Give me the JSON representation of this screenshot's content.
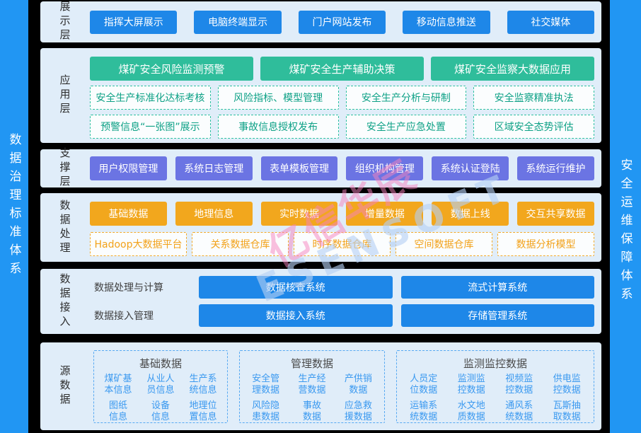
{
  "sidebars": {
    "left": "数据治理标准体系",
    "right": "安全运维保障体系"
  },
  "watermark": {
    "cn": "亿信华辰",
    "en": "ESENSOFT"
  },
  "colors": {
    "background": "#000000",
    "sidebar_blue": "#2196f3",
    "panel_bg": "#e0edf9",
    "button_blue": "#1e87e8",
    "button_green": "#2fbd9b",
    "button_purple": "#6b74e3",
    "button_orange": "#f2a71d",
    "dashed_teal": "#2ec0a1",
    "dashed_orange": "#f2a929",
    "source_item_blue": "#3a99f0"
  },
  "layers": [
    {
      "label": "展示层",
      "buttons": [
        "指挥大屏展示",
        "电脑终端显示",
        "门户网站发布",
        "移动信息推送",
        "社交媒体"
      ]
    },
    {
      "label": "应用层",
      "primary": [
        "煤矿安全风险监测预警",
        "煤矿安全生产辅助决策",
        "煤矿安全监察大数据应用"
      ],
      "row1": [
        "安全生产标准化达标考核",
        "风险指标、模型管理",
        "安全生产分析与研制",
        "安全监察精准执法"
      ],
      "row2": [
        "预警信息“一张图”展示",
        "事故信息授权发布",
        "安全生产应急处置",
        "区域安全态势评估"
      ]
    },
    {
      "label": "支撑层",
      "buttons": [
        "用户权限管理",
        "系统日志管理",
        "表单模板管理",
        "组织机构管理",
        "系统认证登陆",
        "系统运行维护"
      ]
    },
    {
      "label": "数据处理",
      "buttons": [
        "基础数据",
        "地理信息",
        "实时数据",
        "增量数据",
        "数据上线",
        "交互共享数据"
      ],
      "dashed": [
        "Hadoop大数据平台",
        "关系数据仓库",
        "时序数据仓库",
        "空间数据仓库",
        "数据分析模型"
      ]
    },
    {
      "label": "数据接入",
      "rows": [
        {
          "label": "数据处理与计算",
          "buttons": [
            "数据核查系统",
            "流式计算系统"
          ]
        },
        {
          "label": "数据接入管理",
          "buttons": [
            "数据接入系统",
            "存储管理系统"
          ]
        }
      ]
    },
    {
      "label": "源数据",
      "groups": [
        {
          "title": "基础数据",
          "items": [
            "煤矿基\n本信息",
            "从业人\n员信息",
            "生产系\n统信息",
            "图纸\n信息",
            "设备\n信息",
            "地理位\n置信息"
          ]
        },
        {
          "title": "管理数据",
          "items": [
            "安全管\n理数据",
            "生产经\n营数据",
            "产供销\n数据",
            "风险隐\n患数据",
            "事故\n数据",
            "应急救\n援数据"
          ]
        },
        {
          "title": "监测监控数据",
          "items": [
            "人员定\n位数据",
            "监测监\n控数据",
            "视频监\n控数据",
            "供电监\n控数据",
            "运输系\n统数据",
            "水文地\n质数据",
            "通风系\n统数据",
            "瓦斯抽\n取数据"
          ]
        }
      ]
    }
  ]
}
